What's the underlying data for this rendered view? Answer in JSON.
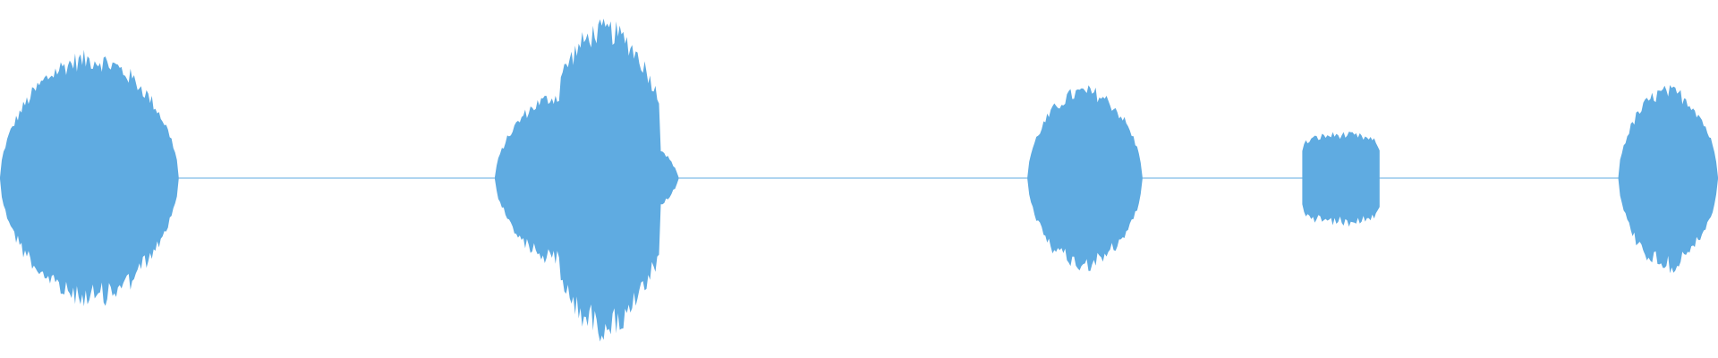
{
  "waveform": {
    "color": "#5fabe1",
    "baseline_color": "#5fabe1",
    "duration_fraction_segments": [
      {
        "start": 0.0,
        "end": 0.104,
        "peak": 0.33
      },
      {
        "start": 0.288,
        "end": 0.395,
        "peak": 0.41
      },
      {
        "start": 0.598,
        "end": 0.665,
        "peak": 0.24
      },
      {
        "start": 0.758,
        "end": 0.803,
        "peak": 0.12
      },
      {
        "start": 0.942,
        "end": 1.0,
        "peak": 0.24
      }
    ]
  }
}
